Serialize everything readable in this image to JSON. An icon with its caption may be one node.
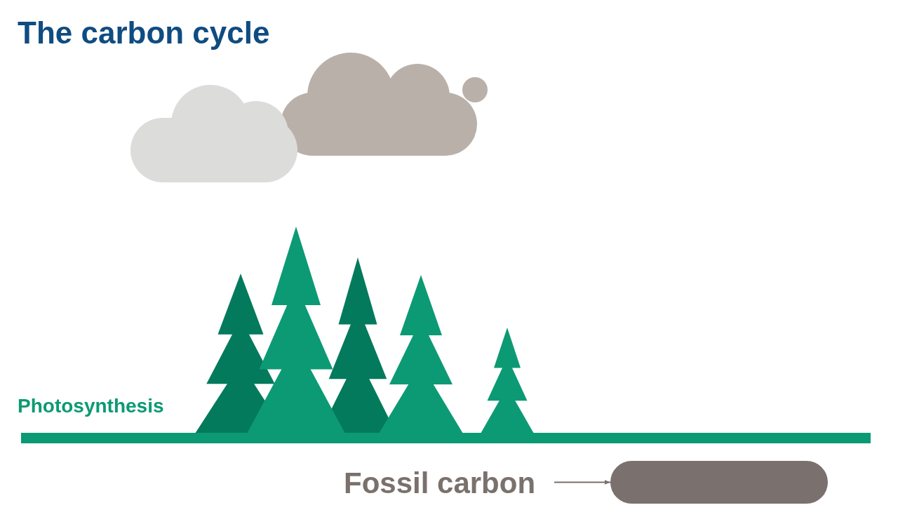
{
  "diagram": {
    "title": "The carbon cycle",
    "nodes": [
      {
        "text": [
          "Fossil carbon"
        ]
      },
      {
        "text": [],
        "shape": "box"
      }
    ],
    "edges": [
      {
        "from": 0,
        "to": 1,
        "arrow": "to"
      }
    ],
    "labels": [
      "Photosynthesis"
    ]
  }
}
